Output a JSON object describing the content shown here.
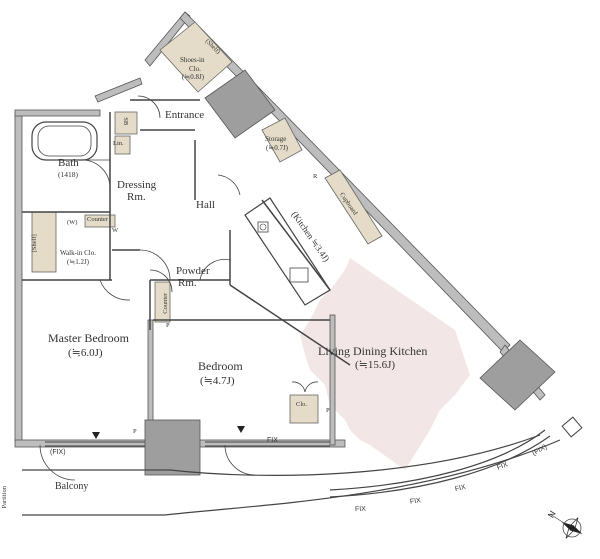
{
  "rooms": {
    "living": {
      "name": "Living Dining Kitchen",
      "area": "(≒15.6J)"
    },
    "kitchen": {
      "name": "(Kitchen ≒3.4J)"
    },
    "master": {
      "name": "Master Bedroom",
      "area": "(≒6.0J)"
    },
    "bedroom": {
      "name": "Bedroom",
      "area": "(≒4.7J)"
    },
    "powder": {
      "name": "Powder",
      "name2": "Rm."
    },
    "dressing": {
      "name": "Dressing",
      "name2": "Rm."
    },
    "hall": {
      "name": "Hall"
    },
    "bath": {
      "name": "Bath",
      "size": "(1418)"
    },
    "entrance": {
      "name": "Entrance"
    },
    "shoes": {
      "shelf": "(Shelf)",
      "name": "Shoes-in",
      "name2": "Clo.",
      "area": "(≒0.8J)"
    },
    "storage": {
      "name": "Storage",
      "area": "(≒0.7J)"
    },
    "walkin": {
      "name": "Walk-in Clo.",
      "area": "(≒1.2J)",
      "shelf": "[Shelf]",
      "w": "(W)"
    },
    "balcony": {
      "name": "Balcony"
    },
    "partition": {
      "name": "Partition"
    }
  },
  "fixtures": {
    "lin": "Lin.",
    "sb": "SB",
    "counter": "Counter",
    "counter2": "Counter",
    "w": "W",
    "clo": "Clo.",
    "cupboard": "Cupboard",
    "r": "R",
    "p1": "P",
    "p2": "P",
    "p3": "P"
  },
  "fix_labels": [
    "(FIX)",
    "FIX",
    "FIX",
    "FIX",
    "FIX",
    "FIX",
    "(FIX)"
  ],
  "compass": {
    "letter": "N"
  },
  "colors": {
    "wall": "#bdbdbd",
    "wall_stroke": "#555555",
    "ldk_fill": "#f3e6e6",
    "closet_fill": "#e4dcc8",
    "duct_fill": "#9e9e9e",
    "line": "#444444"
  }
}
